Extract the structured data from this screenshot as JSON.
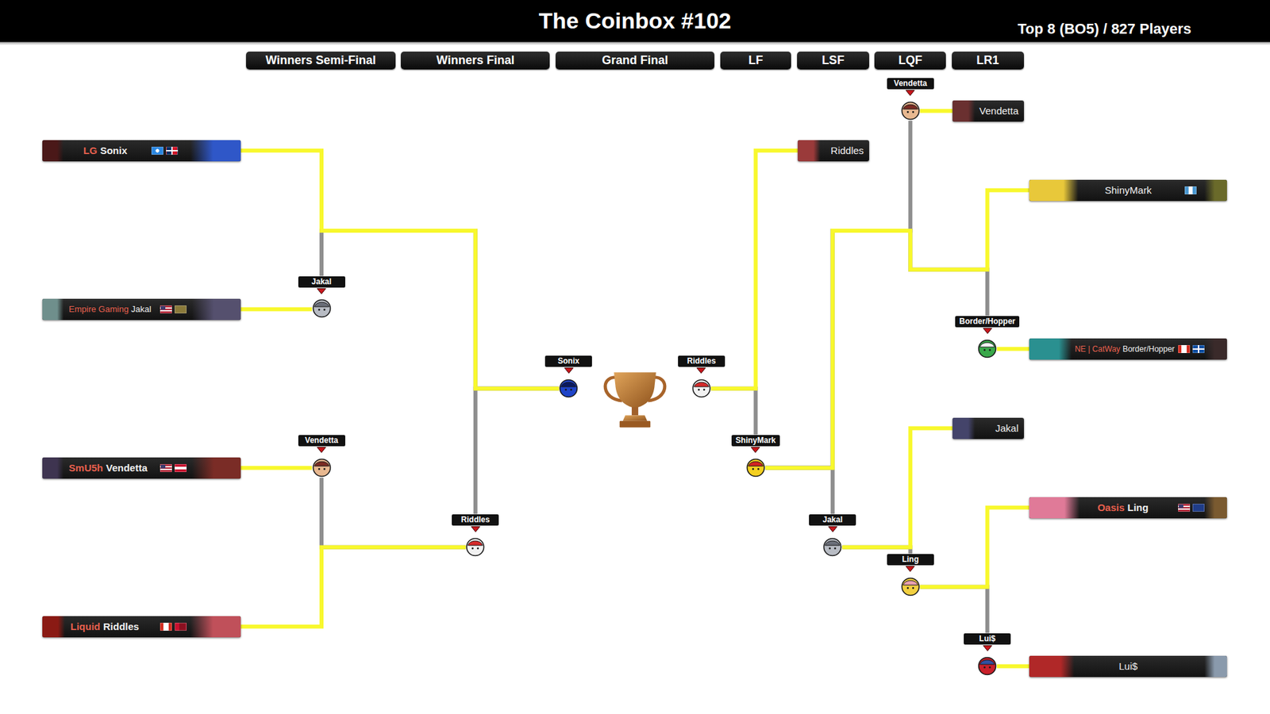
{
  "diagram": {
    "title": "The Coinbox #102",
    "nodes": [
      {
        "text": [
          "Winners Semi-Final"
        ]
      },
      {
        "text": [
          "Winners Final"
        ]
      },
      {
        "text": [
          "Grand Final"
        ]
      },
      {
        "text": [
          "LF"
        ]
      },
      {
        "text": [
          "LSF"
        ]
      },
      {
        "text": [
          "LQF"
        ]
      },
      {
        "text": [
          "LR1"
        ]
      },
      {
        "text": [
          "LG",
          "Sonix"
        ]
      },
      {
        "text": [
          "Empire Gaming",
          "Jakal"
        ]
      },
      {
        "text": [
          "SmU5h",
          "Vendetta"
        ]
      },
      {
        "text": [
          "Liquid",
          "Riddles"
        ]
      },
      {
        "text": [
          "Jakal"
        ]
      },
      {
        "text": [
          "Vendetta"
        ]
      },
      {
        "text": [
          "Riddles"
        ]
      },
      {
        "text": [
          "Sonix"
        ]
      },
      {
        "text": [
          "Riddles"
        ]
      },
      {
        "text": [
          "Riddles"
        ]
      },
      {
        "text": [
          "ShinyMark"
        ]
      },
      {
        "text": [
          "Jakal"
        ]
      },
      {
        "text": [
          "Vendetta"
        ]
      },
      {
        "text": [
          "Ling"
        ]
      },
      {
        "text": [
          "Vendetta"
        ]
      },
      {
        "text": [
          "Jakal"
        ]
      },
      {
        "text": [
          "Border/Hopper"
        ]
      },
      {
        "text": [
          "Lui$"
        ]
      },
      {
        "text": [
          "ShinyMark"
        ]
      },
      {
        "text": [
          "NE | CatWay",
          "Border/Hopper"
        ]
      },
      {
        "text": [
          "Oasis",
          "Ling"
        ]
      },
      {
        "text": [
          "Lui$"
        ]
      }
    ],
    "edges": [
      {
        "from": 7,
        "to": 14,
        "arrow": "none"
      },
      {
        "from": 8,
        "to": 11,
        "arrow": "none"
      },
      {
        "from": 11,
        "to": 14,
        "arrow": "none"
      },
      {
        "from": 9,
        "to": 12,
        "arrow": "none"
      },
      {
        "from": 10,
        "to": 13,
        "arrow": "none"
      },
      {
        "from": 12,
        "to": 13,
        "arrow": "none"
      },
      {
        "from": 13,
        "to": 14,
        "arrow": "none"
      },
      {
        "from": 16,
        "to": 15,
        "arrow": "none"
      },
      {
        "from": 17,
        "to": 15,
        "arrow": "none"
      },
      {
        "from": 25,
        "to": 17,
        "arrow": "none"
      },
      {
        "from": 26,
        "to": 23,
        "arrow": "none"
      },
      {
        "from": 23,
        "to": 17,
        "arrow": "none"
      },
      {
        "from": 21,
        "to": 19,
        "arrow": "none"
      },
      {
        "from": 19,
        "to": 17,
        "arrow": "none"
      },
      {
        "from": 22,
        "to": 18,
        "arrow": "none"
      },
      {
        "from": 18,
        "to": 17,
        "arrow": "none"
      },
      {
        "from": 27,
        "to": 20,
        "arrow": "none"
      },
      {
        "from": 20,
        "to": 18,
        "arrow": "none"
      },
      {
        "from": 28,
        "to": 24,
        "arrow": "none"
      },
      {
        "from": 24,
        "to": 20,
        "arrow": "none"
      }
    ],
    "labels": [
      "Top 8 (BO5) / 827 Players"
    ]
  }
}
